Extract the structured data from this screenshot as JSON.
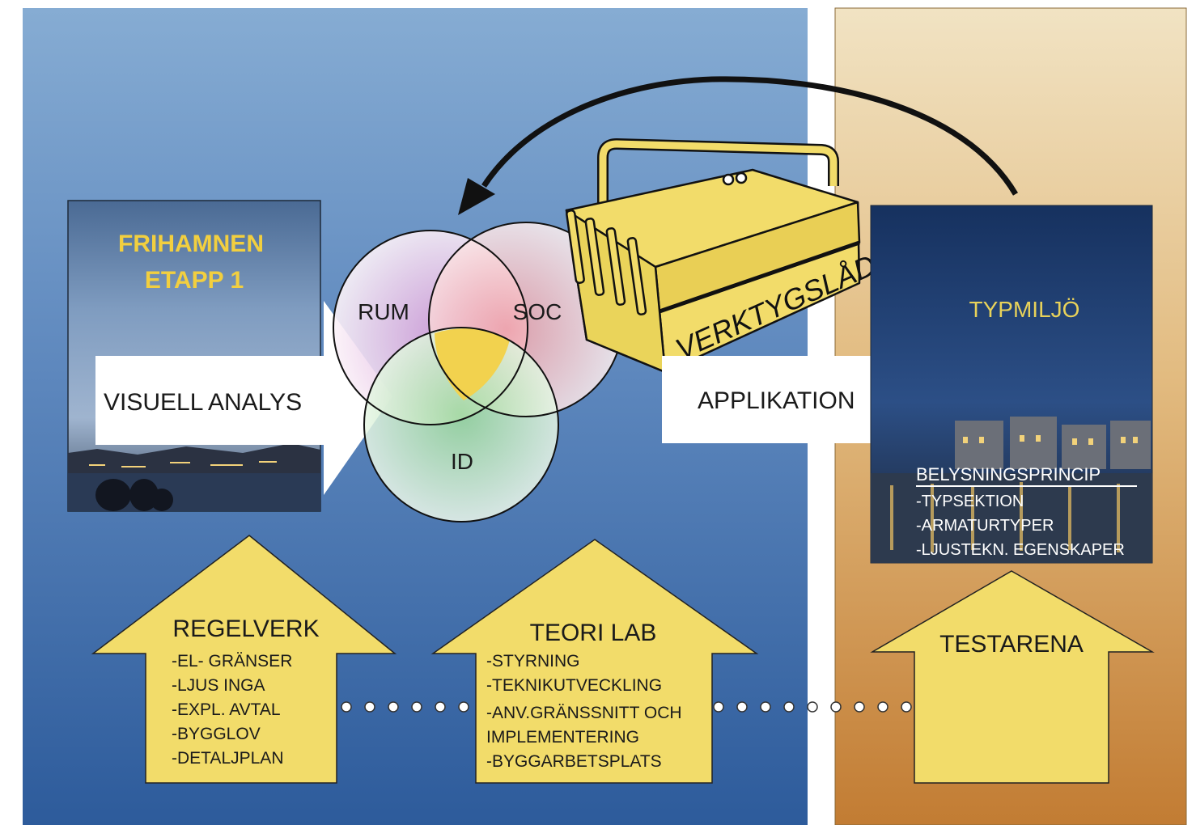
{
  "photos": {
    "frihamnen": {
      "title_line1": "FRIHAMNEN",
      "title_line2": "ETAPP 1"
    },
    "typmiljo": {
      "title": "TYPMILJÖ",
      "heading": "BELYSNINGSPRINCIP",
      "items": [
        "-TYPSEKTION",
        "-ARMATURTYPER",
        "-LJUSTEKN. EGENSKAPER"
      ]
    }
  },
  "arrows": {
    "visuell": "VISUELL ANALYS",
    "applikation": "APPLIKATION"
  },
  "venn": {
    "rum": "RUM",
    "soc": "SOC",
    "id": "ID"
  },
  "toolbox": {
    "label": "VERKTYGSLÅDA"
  },
  "up_arrows": {
    "regelverk": {
      "title": "REGELVERK",
      "items": [
        "-EL- GRÄNSER",
        "-LJUS INGA",
        "-EXPL. AVTAL",
        "-BYGGLOV",
        "-DETALJPLAN"
      ]
    },
    "teori": {
      "title": "TEORI LAB",
      "items": [
        "-STYRNING",
        "-TEKNIKUTVECKLING",
        "-ANV.GRÄNSSNITT OCH",
        "IMPLEMENTERING",
        "-BYGGARBETSPLATS"
      ]
    },
    "testarena": {
      "title": "TESTARENA"
    }
  },
  "colors": {
    "blue_top": "#7fa6cf",
    "blue_bottom": "#2e5c9c",
    "sand_top": "#efdfbe",
    "sand_bottom": "#c57f36",
    "yellow": "#f2dc6a",
    "title_yellow": "#f2cf3f"
  }
}
